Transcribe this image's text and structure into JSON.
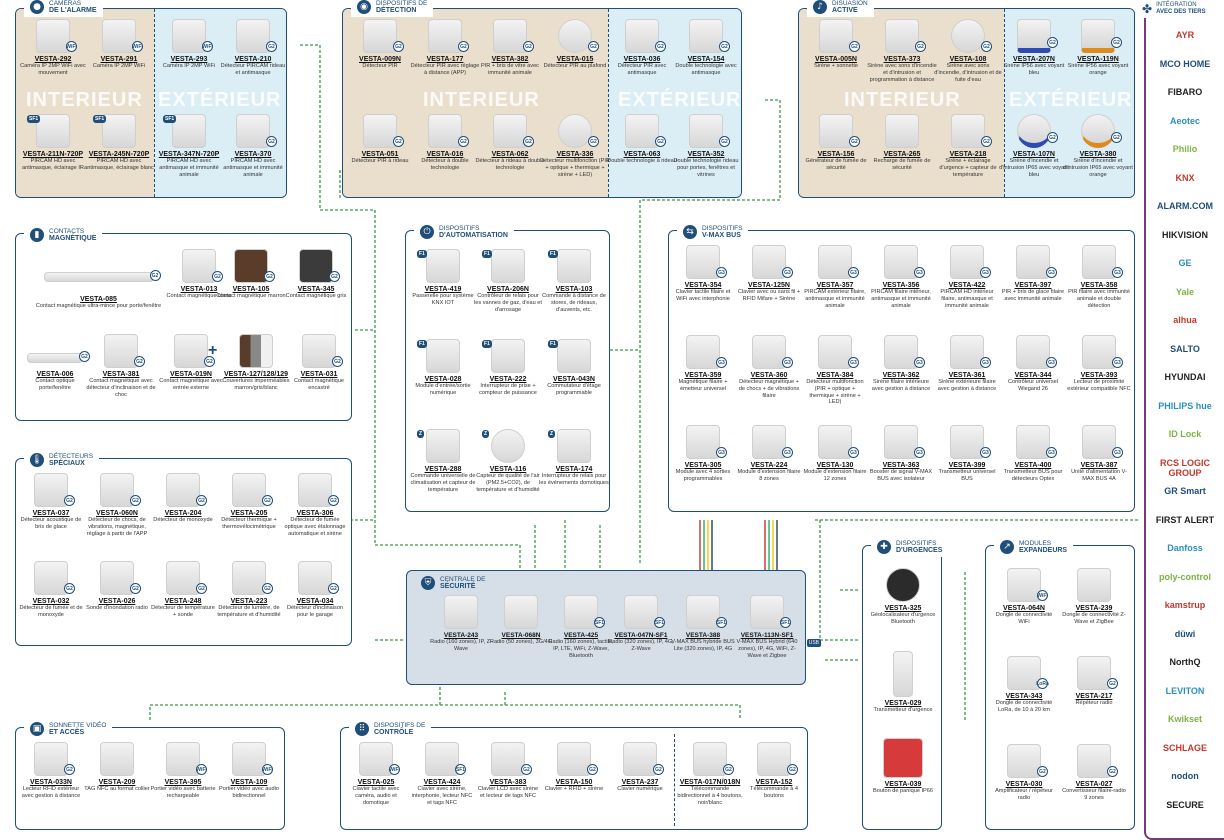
{
  "panels": {
    "alarm": {
      "title1": "CAMÉRAS",
      "title2": "DE L'ALARME",
      "zone_in": "INTERIEUR",
      "zone_out": "EXTÉRIEUR"
    },
    "detection": {
      "title1": "DISPOSITIFS DE",
      "title2": "DÉTECTION",
      "zone_in": "INTERIEUR",
      "zone_out": "EXTÉRIEUR"
    },
    "dissuasion": {
      "title1": "DISUASION",
      "title2": "ACTIVE",
      "zone_in": "INTERIEUR",
      "zone_out": "EXTÉRIEUR"
    },
    "contacts": {
      "title1": "CONTACTS",
      "title2": "MAGNÉTIQUE"
    },
    "automation": {
      "title1": "DISPOSITIFS",
      "title2": "D'AUTOMATISATION"
    },
    "vmax": {
      "title1": "DISPOSITIFS",
      "title2": "V-MAX BUS"
    },
    "special": {
      "title1": "DÉTECTEURS",
      "title2": "SPÉCIAUX"
    },
    "central": {
      "title1": "CENTRALE DE",
      "title2": "SÉCURITÉ"
    },
    "urgences": {
      "title1": "DISPOSITIFS",
      "title2": "D'URGENCES"
    },
    "expand": {
      "title1": "MODULES",
      "title2": "EXPANDEURS"
    },
    "video": {
      "title1": "SONNETTE VIDÉO",
      "title2": "ET ACCÈS"
    },
    "control": {
      "title1": "DISPOSITIFS DE",
      "title2": "CONTRÔLE"
    },
    "integration": {
      "title1": "INTÉGRATION",
      "title2": "AVEC DES TIERS"
    }
  },
  "items": {
    "alarm": [
      {
        "code": "VESTA-292",
        "desc": "Caméra IP 2MP WiFi avec mouvement",
        "badge": "WiFi"
      },
      {
        "code": "VESTA-291",
        "desc": "Caméra IP 2MP WiFi",
        "badge": "WiFi"
      },
      {
        "code": "VESTA-293",
        "desc": "Caméra IP 2MP WiFi",
        "badge": "WiFi"
      },
      {
        "code": "VESTA-210",
        "desc": "Détecteur PIRCAM rideau et antimasque",
        "badge": "G2"
      },
      {
        "code": "VESTA-211N-720P",
        "desc": "PIRCAM HD avec antimasque, éclairage IR",
        "badge": "SF1"
      },
      {
        "code": "VESTA-245N-720P",
        "desc": "PIRCAM HD avec antimasque, éclairage blanc",
        "badge": "SF1"
      },
      {
        "code": "VESTA-347N-720P",
        "desc": "PIRCAM HD avec antimasque et immunité animale",
        "badge": "SF1"
      },
      {
        "code": "VESTA-370",
        "desc": "PIRCAM HD avec antimasque et immunité animale",
        "badge": "G2"
      }
    ],
    "detection": [
      {
        "code": "VESTA-009N",
        "desc": "Détecteur PIR",
        "badge": "G2"
      },
      {
        "code": "VESTA-177",
        "desc": "Détecteur PIR avec réglage à distance (APP)",
        "badge": "G2"
      },
      {
        "code": "VESTA-382",
        "desc": "PIR + bris de vitre avec immunité animale",
        "badge": "G2"
      },
      {
        "code": "VESTA-015",
        "desc": "Détecteur PIR au plafond",
        "badge": "G2"
      },
      {
        "code": "VESTA-036",
        "desc": "Détecteur PIR avec antimasque",
        "badge": "G2"
      },
      {
        "code": "VESTA-154",
        "desc": "Double technologie avec antimasque",
        "badge": "G2"
      },
      {
        "code": "VESTA-051",
        "desc": "Détecteur PIR à rideau",
        "badge": "G2"
      },
      {
        "code": "VESTA-016",
        "desc": "Détecteur à double technologie",
        "badge": "G2"
      },
      {
        "code": "VESTA-062",
        "desc": "Détecteur à rideau à double technologie",
        "badge": "G2"
      },
      {
        "code": "VESTA-336",
        "desc": "Détecteur multifonction (PIR + optique + thermique + sirène + LED)",
        "badge": "G2"
      },
      {
        "code": "VESTA-063",
        "desc": "Double technologie à rideau",
        "badge": "G2"
      },
      {
        "code": "VESTA-352",
        "desc": "Double technologie rideau pour portes, fenêtres et vitrines",
        "badge": "G2"
      }
    ],
    "dissuasion": [
      {
        "code": "VESTA-005N",
        "desc": "Sirène + sonnette",
        "badge": "G2"
      },
      {
        "code": "VESTA-373",
        "desc": "Sirène avec sons d'incendie et d'intrusion et programmation à distance",
        "badge": "G2"
      },
      {
        "code": "VESTA-108",
        "desc": "Sirène avec sons d'incendie, d'intrusion et de fuite d'eau",
        "badge": "G2"
      },
      {
        "code": "VESTA-207N",
        "desc": "Sirène IP56 avec voyant bleu",
        "badge": "G2"
      },
      {
        "code": "VESTA-119N",
        "desc": "Sirène IP56 avec voyant orange",
        "badge": "G2"
      },
      {
        "code": "VESTA-156",
        "desc": "Générateur de fumée de sécurité",
        "badge": "G2"
      },
      {
        "code": "VESTA-265",
        "desc": "Recharge de fumée de sécurité",
        "badge": ""
      },
      {
        "code": "VESTA-218",
        "desc": "Sirène + éclairage d'urgence + capteur de température",
        "badge": "G2"
      },
      {
        "code": "VESTA-107N",
        "desc": "Sirène d'incendie et d'intrusion IP65 avec voyant bleu",
        "badge": "G2"
      },
      {
        "code": "VESTA-380",
        "desc": "Sirène d'incendie et d'intrusion IP65 avec voyant orange",
        "badge": "G2"
      }
    ],
    "contacts": [
      {
        "code": "VESTA-085",
        "desc": "Contact magnétique ultra-mince pour porte/fenêtre",
        "badge": "G2"
      },
      {
        "code": "VESTA-013",
        "desc": "Contact magnétique blanc",
        "badge": "G2"
      },
      {
        "code": "VESTA-105",
        "desc": "Contact magnétique marron",
        "badge": "G2"
      },
      {
        "code": "VESTA-345",
        "desc": "Contact magnétique gris",
        "badge": "G2"
      },
      {
        "code": "VESTA-006",
        "desc": "Contact optique porte/fenêtre",
        "badge": "G2"
      },
      {
        "code": "VESTA-381",
        "desc": "Contact magnétique avec détecteur d'inclinaison et de choc",
        "badge": "G2"
      },
      {
        "code": "VESTA-019N",
        "desc": "Contact magnétique avec entrée externe",
        "badge": "G2"
      },
      {
        "code": "VESTA-127/128/129",
        "desc": "Couvertures imperméables marron/gris/blanc",
        "badge": ""
      },
      {
        "code": "VESTA-031",
        "desc": "Contact magnétique encastré",
        "badge": "G2"
      }
    ],
    "automation": [
      {
        "code": "VESTA-419",
        "desc": "Passerelle pour système KNX IOT",
        "badge": "F1"
      },
      {
        "code": "VESTA-206N",
        "desc": "Contrôleur de relais pour les vannes de gaz, d'eau et d'arrosage",
        "badge": "F1"
      },
      {
        "code": "VESTA-103",
        "desc": "Commande à distance de stores, de rideaux, d'auvents, etc.",
        "badge": "F1"
      },
      {
        "code": "VESTA-028",
        "desc": "Module d'entrée/sortie numérique",
        "badge": "F1"
      },
      {
        "code": "VESTA-222",
        "desc": "Interrupteur de prise + compteur de puissance",
        "badge": "F1"
      },
      {
        "code": "VESTA-043N",
        "desc": "Commutateur d'étage programmable",
        "badge": "F1"
      },
      {
        "code": "VESTA-288",
        "desc": "Commande universelle de climatisation et capteur de température",
        "badge": "Z"
      },
      {
        "code": "VESTA-116",
        "desc": "Capteur de qualité de l'air (PM2.5+CO2), de température et d'humidité",
        "badge": "Z"
      },
      {
        "code": "VESTA-174",
        "desc": "Interrupteur de relais pour les événements domotiques",
        "badge": "Z"
      }
    ],
    "vmax": [
      {
        "code": "VESTA-354",
        "desc": "Clavier tactile filaire et WiFi avec interphonie",
        "badge": "G3"
      },
      {
        "code": "VESTA-125N",
        "desc": "Clavier avec ou sans fil + RFID Mifare + Sirène",
        "badge": "G3"
      },
      {
        "code": "VESTA-357",
        "desc": "PIRCAM extérieur filaire, antimasque et immunité animale",
        "badge": "G3"
      },
      {
        "code": "VESTA-356",
        "desc": "PIRCAM filaire intérieur, antimasque et immunité animale",
        "badge": "G3"
      },
      {
        "code": "VESTA-422",
        "desc": "PIRCAM HD intérieur filaire, antimasque et immunité animale",
        "badge": "G3"
      },
      {
        "code": "VESTA-397",
        "desc": "PIR + bris de glace filaire avec immunité animale",
        "badge": "G3"
      },
      {
        "code": "VESTA-358",
        "desc": "PIR filaire avec immunité animale et double détection",
        "badge": "G3"
      },
      {
        "code": "VESTA-359",
        "desc": "Magnétique filaire + émetteur universel",
        "badge": "G3"
      },
      {
        "code": "VESTA-360",
        "desc": "Détecteur magnétique + de chocs + de vibrations filaire",
        "badge": "G3"
      },
      {
        "code": "VESTA-384",
        "desc": "Détecteur multifonction (PIR + optique + thermique + sirène + LED)",
        "badge": "G3"
      },
      {
        "code": "VESTA-362",
        "desc": "Sirène filaire intérieure avec gestion à distance",
        "badge": "G3"
      },
      {
        "code": "VESTA-361",
        "desc": "Sirène extérieure filaire avec gestion à distance",
        "badge": "G3"
      },
      {
        "code": "VESTA-344",
        "desc": "Contrôleur universel Wiegand 26",
        "badge": "G3"
      },
      {
        "code": "VESTA-393",
        "desc": "Lecteur de proximité extérieur compatible NFC",
        "badge": "G3"
      },
      {
        "code": "VESTA-305",
        "desc": "Module avec 4 sorties programmables",
        "badge": "G3"
      },
      {
        "code": "VESTA-224",
        "desc": "Module d'extension filaire 8 zones",
        "badge": "G3"
      },
      {
        "code": "VESTA-130",
        "desc": "Module d'extension filaire 12 zones",
        "badge": "G3"
      },
      {
        "code": "VESTA-363",
        "desc": "Booster de signal V-MAX BUS avec isolateur",
        "badge": "G3"
      },
      {
        "code": "VESTA-399",
        "desc": "Transmetteur universel BUS",
        "badge": "G3"
      },
      {
        "code": "VESTA-400",
        "desc": "Transmetteur BUS pour détecteurs Optex",
        "badge": "G3"
      },
      {
        "code": "VESTA-387",
        "desc": "Unité d'alimentation V-MAX BUS 4A",
        "badge": "G3"
      }
    ],
    "special": [
      {
        "code": "VESTA-037",
        "desc": "Détecteur acoustique de bris de glace",
        "badge": "G2"
      },
      {
        "code": "VESTA-060N",
        "desc": "Détecteur de chocs, de vibrations, magnétique, réglage à partir de l'APP",
        "badge": "G2"
      },
      {
        "code": "VESTA-204",
        "desc": "Détecteur de monoxyde",
        "badge": "G2"
      },
      {
        "code": "VESTA-205",
        "desc": "Détecteur thermique + thermovélocimétrique",
        "badge": "G2"
      },
      {
        "code": "VESTA-306",
        "desc": "Détecteur de fumée optique avec étalonnage automatique et sirène",
        "badge": "G2"
      },
      {
        "code": "VESTA-032",
        "desc": "Détecteur de fumée et de monoxyde",
        "badge": "G2"
      },
      {
        "code": "VESTA-026",
        "desc": "Sonde d'inondation radio",
        "badge": "G2"
      },
      {
        "code": "VESTA-248",
        "desc": "Détecteur de température + sonde",
        "badge": "G2"
      },
      {
        "code": "VESTA-223",
        "desc": "Détecteur de lumière, de température et d'humidité",
        "badge": "G2"
      },
      {
        "code": "VESTA-034",
        "desc": "Détecteur d'inclinaison pour le garage",
        "badge": "G2"
      }
    ],
    "central": [
      {
        "code": "VESTA-243",
        "desc": "Radio (160 zones), IP, Z-Wave",
        "badge": ""
      },
      {
        "code": "VESTA-068N",
        "desc": "Radio (50 zones), 3G/4G",
        "badge": ""
      },
      {
        "code": "VESTA-425",
        "desc": "Radio (160 zones), tactile, IP, LTE, WiFi, Z-Wave, Bluetooth",
        "badge": "SF1"
      },
      {
        "code": "VESTA-047N-SF1",
        "desc": "Radio (320 zones), IP, 4G, Z-Wave",
        "badge": "SF1"
      },
      {
        "code": "VESTA-388",
        "desc": "V-MAX BUS hybride BUS Lite (320 zones), IP, 4G",
        "badge": "SF1"
      },
      {
        "code": "VESTA-113N-SF1",
        "desc": "V-MAX BUS Hybrid (640 zones), IP, 4G, WiFi, Z-Wave et Zigbee",
        "badge": "SF1"
      }
    ],
    "urgences": [
      {
        "code": "VESTA-325",
        "desc": "Géolocalisateur d'urgence Bluetooth",
        "badge": ""
      },
      {
        "code": "VESTA-029",
        "desc": "Transmetteur d'urgence",
        "badge": ""
      },
      {
        "code": "VESTA-039",
        "desc": "Bouton de panique IP66",
        "badge": ""
      }
    ],
    "expand": [
      {
        "code": "VESTA-064N",
        "desc": "Dongle de connectivité WiFi",
        "badge": "WiFi"
      },
      {
        "code": "VESTA-239",
        "desc": "Dongle de connectivité Z-Wave et ZigBee",
        "badge": ""
      },
      {
        "code": "VESTA-343",
        "desc": "Dongle de connectivité LoRa, de 10 à 20 km",
        "badge": "LoRa"
      },
      {
        "code": "VESTA-217",
        "desc": "Répéteur radio",
        "badge": "G2"
      },
      {
        "code": "VESTA-030",
        "desc": "Amplificateur / répéteur radio",
        "badge": "G2"
      },
      {
        "code": "VESTA-027",
        "desc": "Convertisseur filaire-radio 9 zones",
        "badge": "G2"
      }
    ],
    "video": [
      {
        "code": "VESTA-033N",
        "desc": "Lecteur RFID extérieur avec gestion à distance",
        "badge": "G2"
      },
      {
        "code": "VESTA-209",
        "desc": "TAG NFC au format collier",
        "badge": ""
      },
      {
        "code": "VESTA-395",
        "desc": "Portier vidéo avec batterie rechargeable",
        "badge": "WiFi"
      },
      {
        "code": "VESTA-109",
        "desc": "Portier vidéo avec audio bidirectionnel",
        "badge": "WiFi"
      }
    ],
    "control": [
      {
        "code": "VESTA-025",
        "desc": "Clavier tactile avec caméra, audio et domotique",
        "badge": "WiFi"
      },
      {
        "code": "VESTA-424",
        "desc": "Clavier avec sirène, interphonie, lecteur NFC et tags NFC",
        "badge": "SF1"
      },
      {
        "code": "VESTA-383",
        "desc": "Clavier LCD avec sirène et lecteur de tags NFC",
        "badge": "G2"
      },
      {
        "code": "VESTA-150",
        "desc": "Clavier + RFID + sirène",
        "badge": "G2"
      },
      {
        "code": "VESTA-237",
        "desc": "Clavier numérique",
        "badge": "G2"
      },
      {
        "code": "VESTA-017N/018N",
        "desc": "Télécommande bidirectionnel à 4 boutons, noir/blanc",
        "badge": "G2"
      },
      {
        "code": "VESTA-152",
        "desc": "Télécommande à 4 boutons",
        "badge": "G2"
      }
    ]
  },
  "brands": [
    "AYR",
    "MCO HOME",
    "FIBARO",
    "Aeotec",
    "Philio",
    "KNX",
    "ALARM.COM",
    "HIKVISION",
    "GE",
    "Yale",
    "alhua",
    "SALTO",
    "HYUNDAI",
    "PHILIPS hue",
    "ID Lock",
    "RCS LOGIC GROUP",
    "GR Smart",
    "FIRST ALERT",
    "Danfoss",
    "poly-control",
    "kamstrup",
    "düwi",
    "NorthQ",
    "LEVITON",
    "Kwikset",
    "SCHLAGE",
    "nodon",
    "SECURE"
  ],
  "connectors": {
    "f1": "F1",
    "sf1": "SF1",
    "usb": "USB"
  },
  "colors": {
    "primary": "#1f4e79",
    "beige": "#eadfcc",
    "lightblue": "#dbeef5",
    "central_bg": "#d6dfe8",
    "purple": "#7a3a7a",
    "green_dash": "#3a9a4a"
  }
}
